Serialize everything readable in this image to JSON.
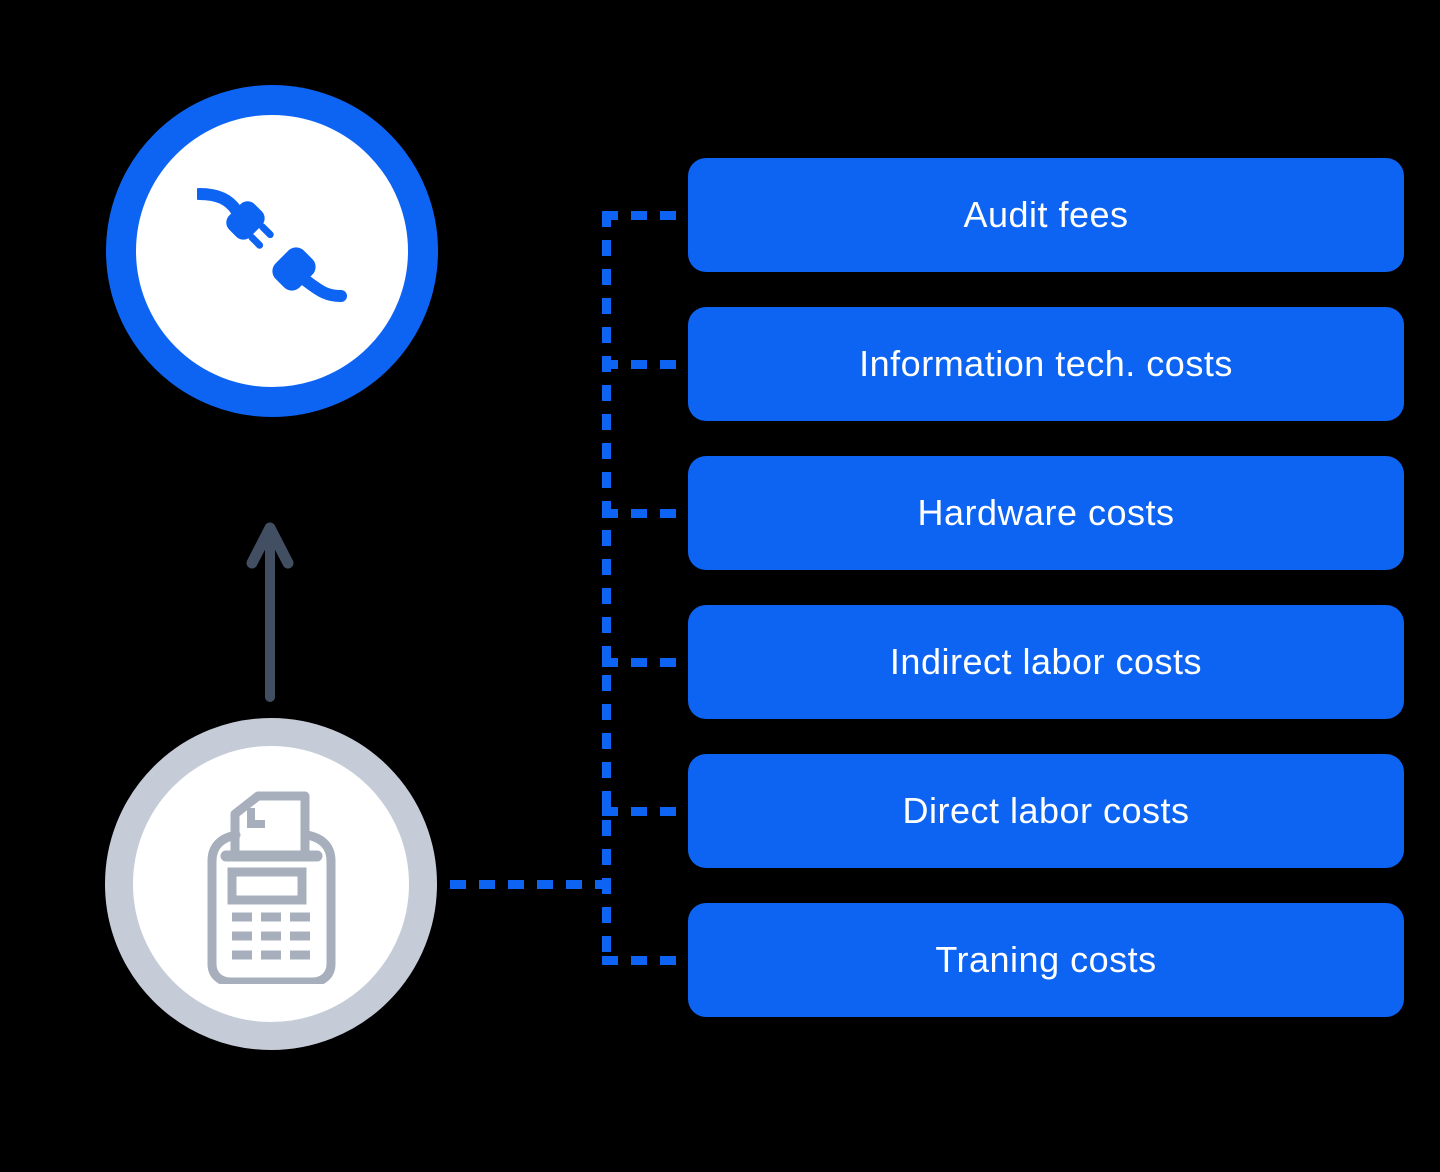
{
  "colors": {
    "background": "#000000",
    "accent_blue": "#0d64f2",
    "box_text": "#ffffff",
    "circle_fill": "#ffffff",
    "ring_gray": "#c6ccd7",
    "icon_gray": "#a7afbd",
    "arrow_slate": "#424f63"
  },
  "icons": {
    "top_circle": "plug-disconnected-icon",
    "bottom_circle": "receipt-calculator-icon",
    "between_circles": "up-arrow-icon"
  },
  "boxes": [
    {
      "label": "Audit fees"
    },
    {
      "label": "Information tech. costs"
    },
    {
      "label": "Hardware costs"
    },
    {
      "label": "Indirect labor costs"
    },
    {
      "label": "Direct labor costs"
    },
    {
      "label": "Traning costs"
    }
  ]
}
